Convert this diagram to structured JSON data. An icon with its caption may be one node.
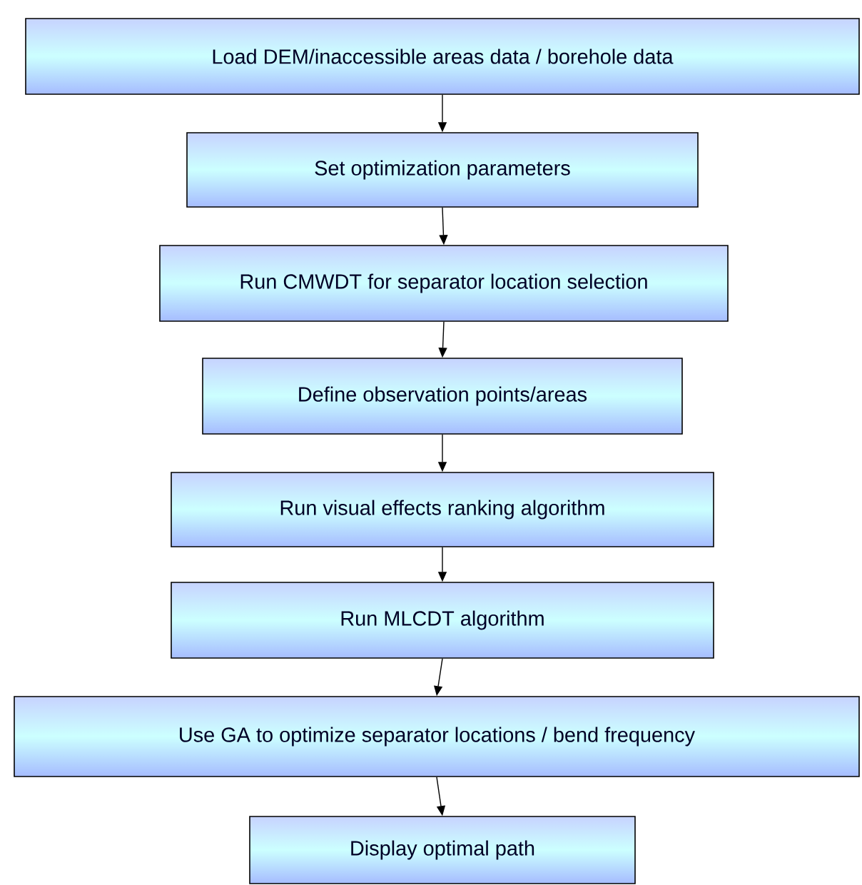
{
  "diagram": {
    "nodes": [
      {
        "text": [
          "Load DEM/inaccessible areas data / borehole data"
        ]
      },
      {
        "text": [
          "Set optimization parameters"
        ]
      },
      {
        "text": [
          "Run CMWDT for separator location selection"
        ]
      },
      {
        "text": [
          "Define observation points/areas"
        ]
      },
      {
        "text": [
          "Run visual effects ranking algorithm"
        ]
      },
      {
        "text": [
          "Run MLCDT algorithm"
        ]
      },
      {
        "text": [
          "Use GA to optimize separator locations / bend frequency"
        ]
      },
      {
        "text": [
          "Display optimal path"
        ]
      }
    ],
    "edges": [
      {
        "from": 0,
        "to": 1,
        "arrow": "to"
      },
      {
        "from": 1,
        "to": 2,
        "arrow": "to"
      },
      {
        "from": 2,
        "to": 3,
        "arrow": "to"
      },
      {
        "from": 3,
        "to": 4,
        "arrow": "to"
      },
      {
        "from": 4,
        "to": 5,
        "arrow": "to"
      },
      {
        "from": 5,
        "to": 6,
        "arrow": "to"
      },
      {
        "from": 6,
        "to": 7,
        "arrow": "to"
      }
    ]
  }
}
